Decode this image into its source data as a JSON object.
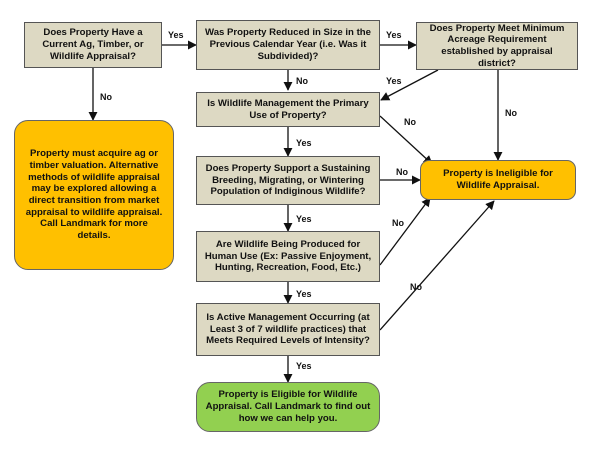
{
  "nodes": {
    "q1": "Does Property Have a Current Ag, Timber, or Wildlife Appraisal?",
    "q2": "Was Property Reduced in Size in the Previous Calendar Year (i.e. Was it Subdivided)?",
    "q3": "Does Property Meet Minimum Acreage Requirement established by appraisal district?",
    "q4": "Is Wildlife Management the Primary Use of Property?",
    "q5": "Does Property Support a Sustaining Breeding, Migrating, or Wintering Population of Indiginous Wildlife?",
    "q6": "Are Wildlife Being Produced for Human Use (Ex: Passive Enjoyment, Hunting, Recreation, Food, Etc.)",
    "q7": "Is Active Management Occurring (at Least 3 of 7 wildlife practices) that Meets Required Levels of Intensity?",
    "acquire": "Property must acquire ag or timber valuation. Alternative methods of wildlife appraisal may be explored allowing a direct transition from market appraisal to wildlife appraisal.    Call Landmark for more details.",
    "ineligible": "Property is Ineligible for Wildlife Appraisal.",
    "eligible": "Property is Eligible for Wildlife Appraisal.  Call Landmark to find out how we can help you."
  },
  "labels": {
    "yes": "Yes",
    "no": "No"
  },
  "colors": {
    "question": "#ddd9c3",
    "warning": "#ffc000",
    "eligible": "#92d050"
  }
}
